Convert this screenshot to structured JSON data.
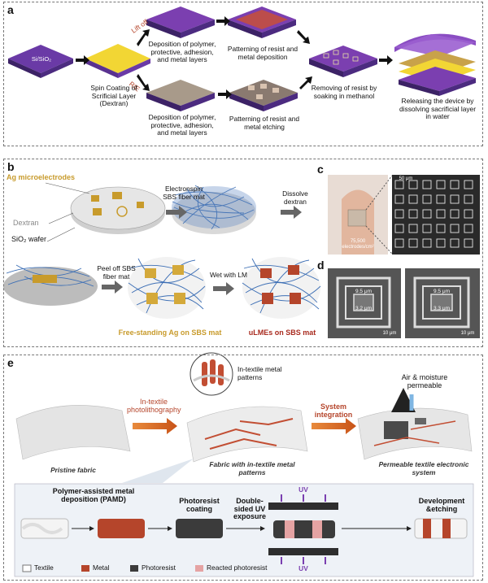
{
  "panel_a": {
    "label": "a",
    "substrate": "Si/SiO₂",
    "lift_off": "Lift off",
    "rie": "RIE",
    "spin_coating": "Spin Coating of Scrificial Layer (Dextran)",
    "dep_top": "Deposition of polymer, protective, adhesion, and metal layers",
    "pattern_top": "Patterning of resist and metal deposition",
    "dep_bottom": "Deposition of polymer, protective, adhesion, and metal layers",
    "pattern_bottom": "Patterning of resist and metal etching",
    "removing": "Removing of resist by soaking in methanol",
    "releasing": "Releasing the device by dissolving sacrificial layer in water"
  },
  "panel_b": {
    "label": "b",
    "ag_micro": "Ag microelectrodes",
    "dextran": "Dextran",
    "sio2": "SiO₂ wafer",
    "electrospin": "Electronspin SBS fiber mat",
    "dissolve": "Dissolve dextran",
    "peel": "Peel off SBS fiber mat",
    "wet": "Wet with LM",
    "free_standing": "Free-standing Ag on SBS mat",
    "ulmes": "uLMEs on SBS mat"
  },
  "panel_c": {
    "label": "c",
    "density": "75,500 electrodes/cm²",
    "scale": "50 μm"
  },
  "panel_d": {
    "label": "d",
    "left_a": "9.5 μm",
    "left_b": "3.2 μm",
    "right_a": "9.5 μm",
    "right_b": "3.3 μm",
    "scale_left": "10 μm",
    "scale_right": "10 μm"
  },
  "panel_e": {
    "label": "e",
    "pristine": "Pristine fabric",
    "in_textile": "In-textile photolithography",
    "in_textile_metal": "In-textile metal patterns",
    "fabric_with": "Fabric with in-textile metal patterns",
    "system_integration": "System integration",
    "air_moisture": "Air & moisture permeable",
    "permeable": "Permeable textile electronic system",
    "pamd": "Polymer-assisted metal deposition (PAMD)",
    "photoresist_coating": "Photoresist coating",
    "double_sided": "Double-sided UV exposure",
    "uv_top": "UV",
    "uv_bottom": "UV",
    "development": "Development &etching",
    "legend": [
      "Textile",
      "Metal",
      "Photoresist",
      "Reacted photoresist"
    ]
  },
  "colors": {
    "purple": "#7b3fb0",
    "yellow": "#f2d634",
    "metal_red": "#b5452b",
    "gold": "#c89b2c",
    "fiber_blue": "#3d6fb5",
    "arrow_orange": "#d0621d"
  }
}
